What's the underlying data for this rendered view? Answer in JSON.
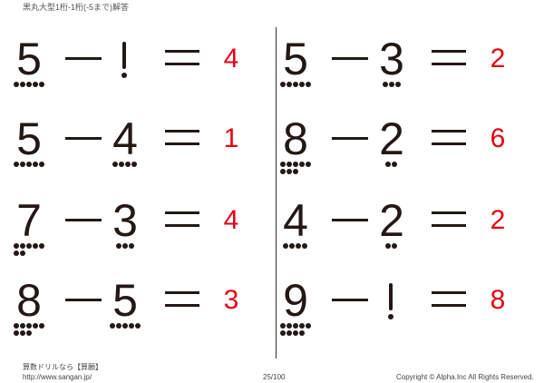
{
  "title": "黒丸大型1桁-1桁(-5まで)解答",
  "problems": [
    {
      "a": "5",
      "b": "1",
      "answer": "4"
    },
    {
      "a": "5",
      "b": "3",
      "answer": "2"
    },
    {
      "a": "5",
      "b": "4",
      "answer": "1"
    },
    {
      "a": "8",
      "b": "2",
      "answer": "6"
    },
    {
      "a": "7",
      "b": "3",
      "answer": "4"
    },
    {
      "a": "4",
      "b": "2",
      "answer": "2"
    },
    {
      "a": "8",
      "b": "5",
      "answer": "3"
    },
    {
      "a": "9",
      "b": "1",
      "answer": "8"
    }
  ],
  "footer": {
    "brand": "算数ドリルなら【算願】",
    "url": "http://www.sangan.jp/",
    "page": "25/100",
    "copyright": "Copyright © Alpha.Inc All Rights Reserved."
  },
  "colors": {
    "answer": "#e60012",
    "ink": "#231815"
  }
}
